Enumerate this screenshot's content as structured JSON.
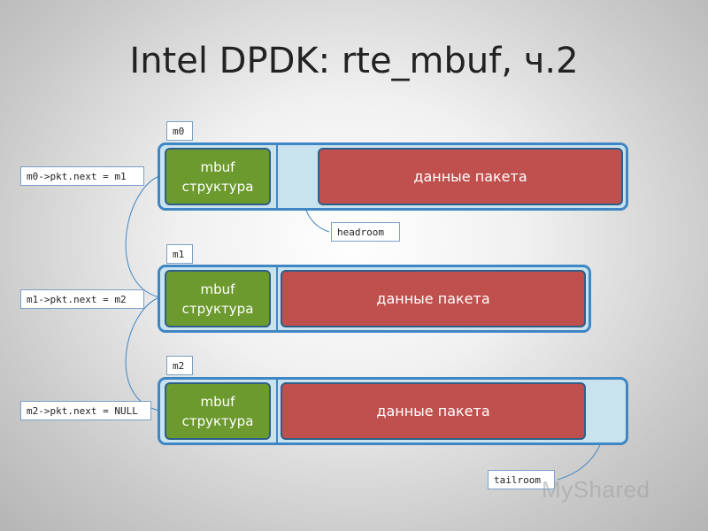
{
  "title": "Intel DPDK: rte_mbuf, ч.2",
  "rows": [
    {
      "id_label": "m0",
      "next_label": "m0->pkt.next = m1",
      "mbuf_line1": "mbuf",
      "mbuf_line2": "структура",
      "packet_label": "данные пакета"
    },
    {
      "id_label": "m1",
      "next_label": "m1->pkt.next = m2",
      "mbuf_line1": "mbuf",
      "mbuf_line2": "структура",
      "packet_label": "данные пакета"
    },
    {
      "id_label": "m2",
      "next_label": "m2->pkt.next = NULL",
      "mbuf_line1": "mbuf",
      "mbuf_line2": "структура",
      "packet_label": "данные пакета"
    }
  ],
  "headroom_label": "headroom",
  "tailroom_label": "tailroom",
  "watermark": "MyShared",
  "colors": {
    "mbuf": "#6c9a2f",
    "packet": "#c0504d",
    "frame": "#3f86c4",
    "frame_fill": "#c8e2ee"
  }
}
